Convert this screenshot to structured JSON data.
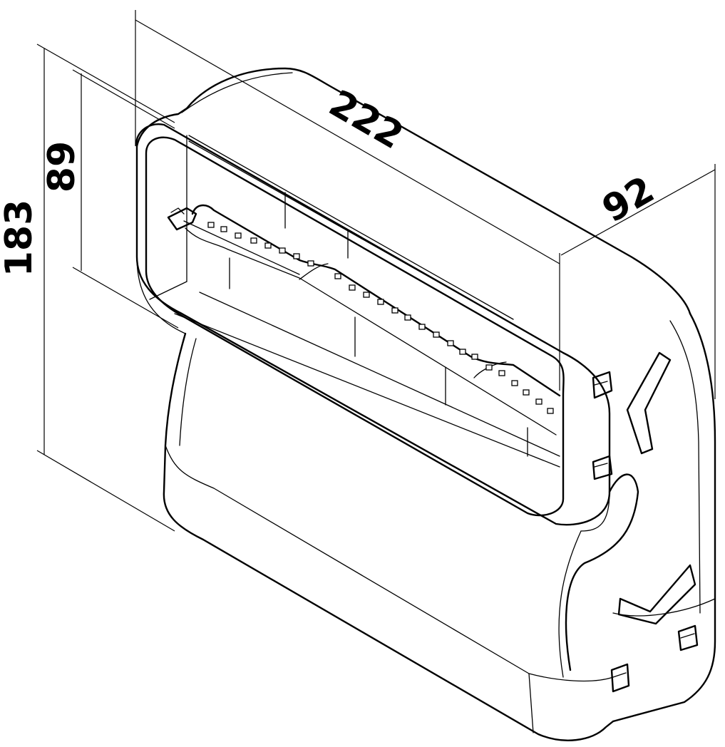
{
  "dimensions": {
    "length": "222",
    "depth": "92",
    "inner_height": "89",
    "total_height": "183"
  }
}
